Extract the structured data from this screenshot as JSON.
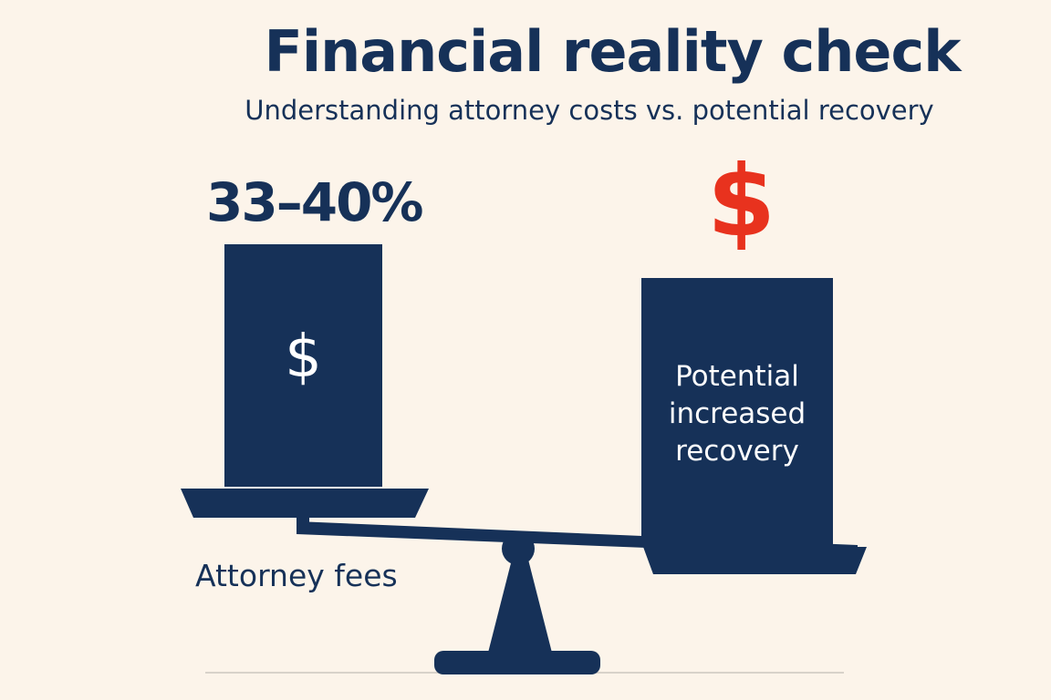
{
  "header": {
    "title": "Financial reality check",
    "subtitle": "Understanding attorney costs vs. potential recovery"
  },
  "left_side": {
    "percentage": "33–40%",
    "box_symbol": "$",
    "label": "Attorney fees"
  },
  "right_side": {
    "symbol": "$",
    "box_label": "Potential increased recovery"
  },
  "colors": {
    "navy": "#163158",
    "accent_red": "#E8321E",
    "background": "#FCF4EA",
    "white": "#FFFFFF"
  },
  "icons": [
    "dollar-sign-icon",
    "balance-scale-icon"
  ]
}
